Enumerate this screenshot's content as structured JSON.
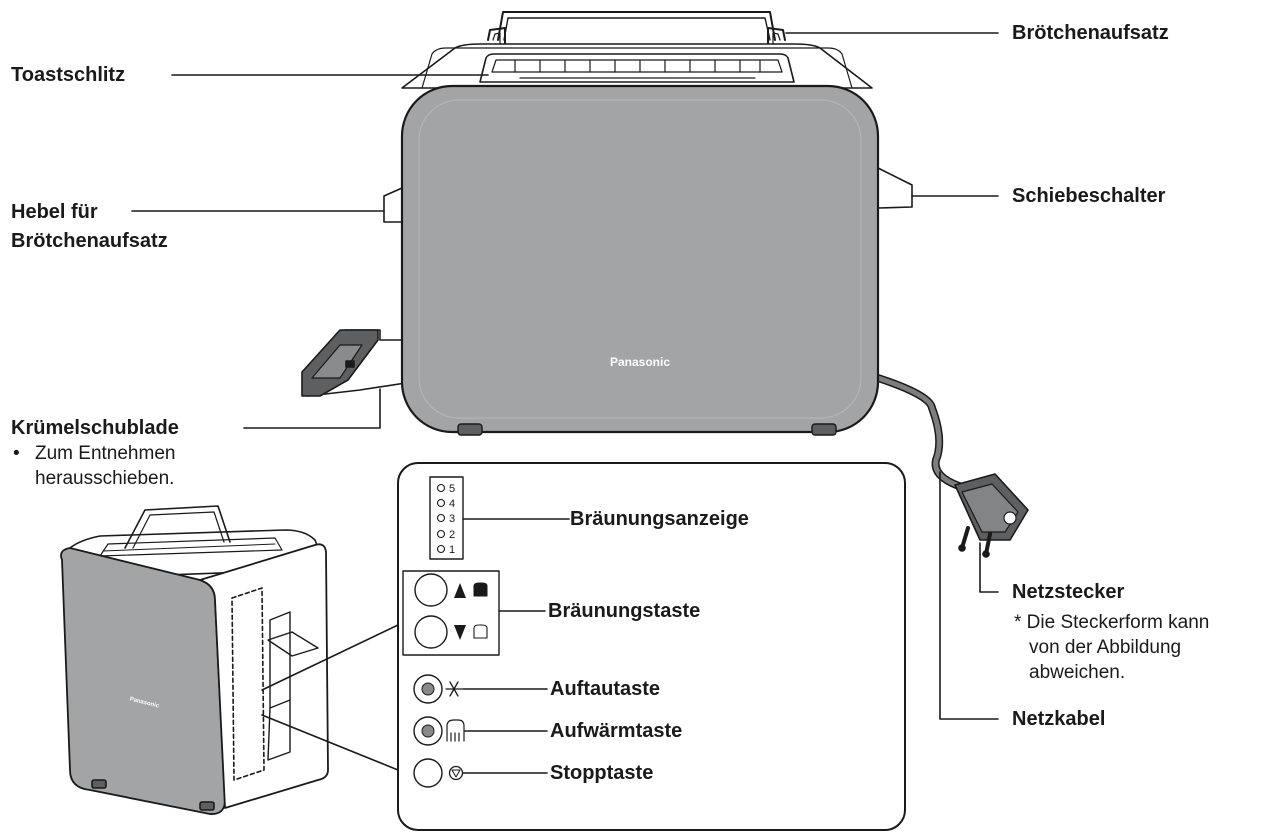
{
  "labels": {
    "toastschlitz": "Toastschlitz",
    "broetchenaufsatz": "Brötchenaufsatz",
    "hebel_line1": "Hebel für",
    "hebel_line2": "Brötchenaufsatz",
    "schiebeschalter": "Schiebeschalter",
    "kruemelschublade": "Krümelschublade",
    "kruemel_note_bullet": "•",
    "kruemel_note_line1": "Zum Entnehmen",
    "kruemel_note_line2": "herausschieben.",
    "netzstecker": "Netzstecker",
    "netzstecker_note_line1": "* Die Steckerform kann",
    "netzstecker_note_line2": "von der Abbildung",
    "netzstecker_note_line3": "abweichen.",
    "netzkabel": "Netzkabel",
    "braeunungsanzeige": "Bräunungsanzeige",
    "braeunungstaste": "Bräunungstaste",
    "auftautaste": "Auftautaste",
    "aufwaermtaste": "Aufwärmtaste",
    "stopptaste": "Stopptaste"
  },
  "brand": "Panasonic",
  "indicator_levels": [
    "5",
    "4",
    "3",
    "2",
    "1"
  ],
  "colors": {
    "body_gray": "#a3a4a6",
    "outline": "#1a1a1a",
    "white": "#ffffff"
  }
}
